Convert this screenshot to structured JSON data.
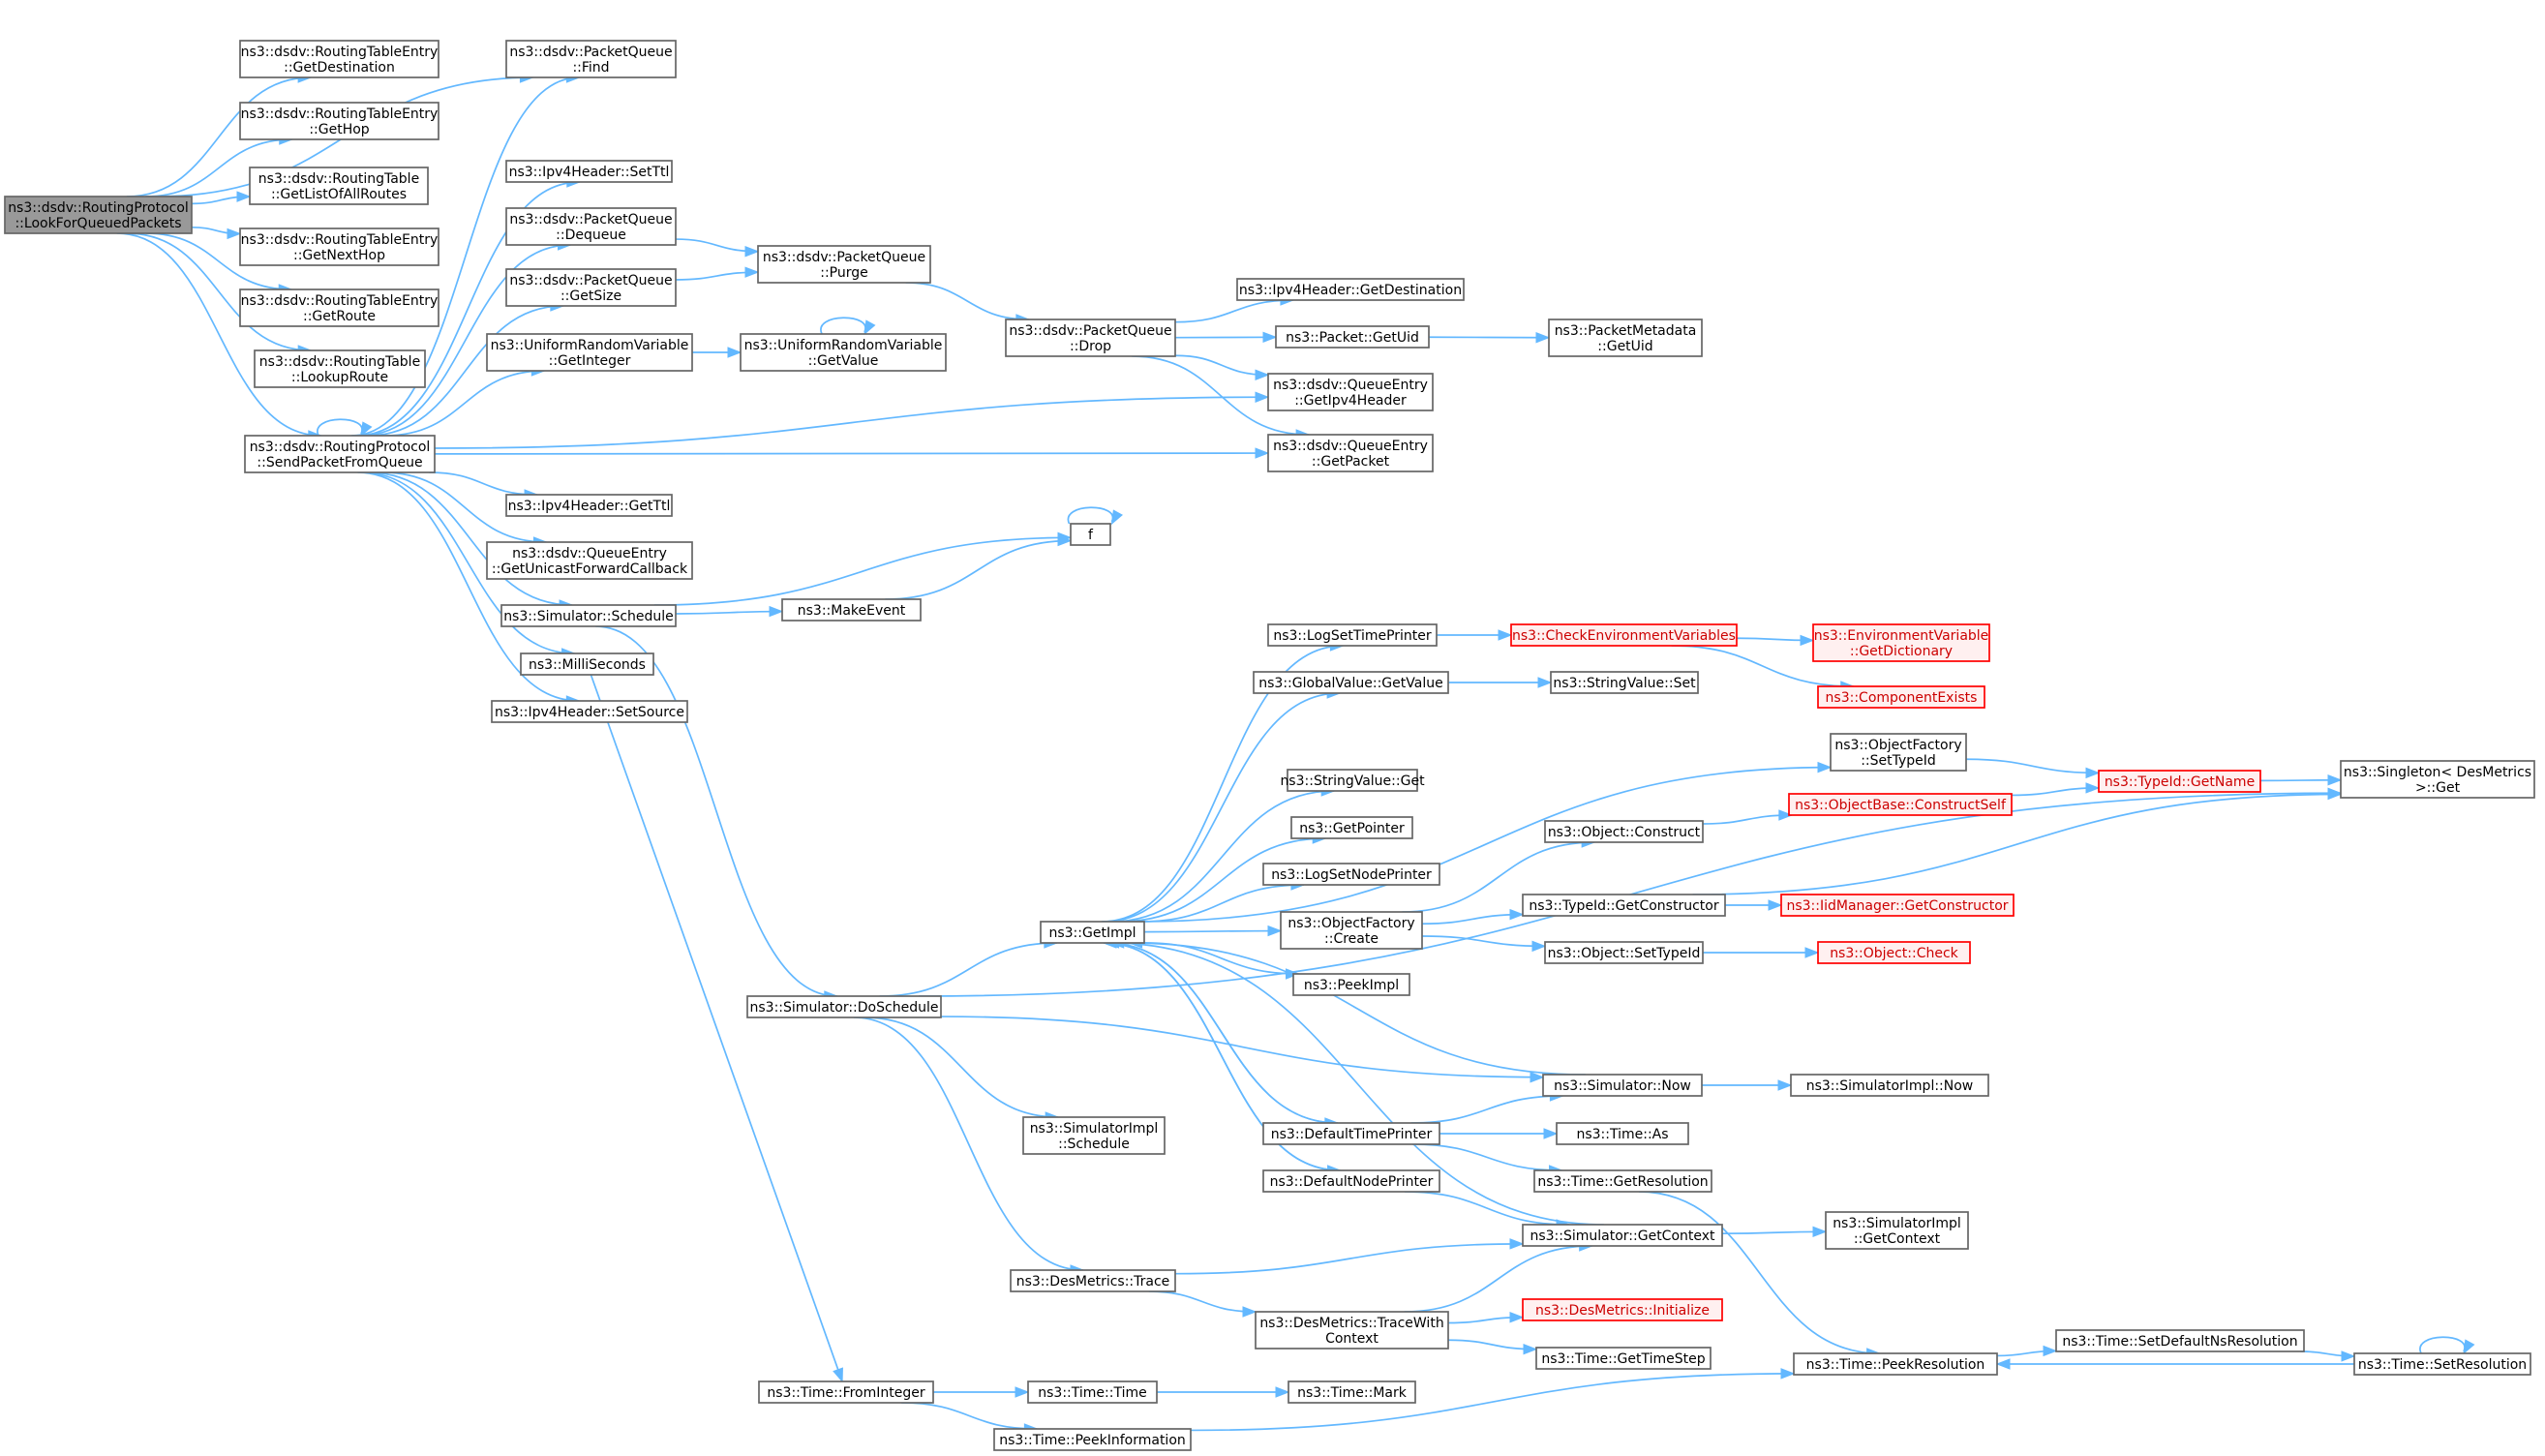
{
  "diagram": {
    "colors": {
      "edge": "#63b8ff",
      "node_border": "#666666",
      "root_fill": "#999999",
      "truncated_border": "#ff0000",
      "truncated_fill": "#fff0f0",
      "background": "#ffffff"
    },
    "nodes": [
      {
        "id": "root",
        "lines": [
          "ns3::dsdv::RoutingProtocol",
          "::LookForQueuedPackets"
        ],
        "style": "root"
      },
      {
        "id": "rte_getdest",
        "lines": [
          "ns3::dsdv::RoutingTableEntry",
          "::GetDestination"
        ]
      },
      {
        "id": "rte_gethop",
        "lines": [
          "ns3::dsdv::RoutingTableEntry",
          "::GetHop"
        ]
      },
      {
        "id": "rt_getlist",
        "lines": [
          "ns3::dsdv::RoutingTable",
          "::GetListOfAllRoutes"
        ]
      },
      {
        "id": "rte_getnexthop",
        "lines": [
          "ns3::dsdv::RoutingTableEntry",
          "::GetNextHop"
        ]
      },
      {
        "id": "rte_getroute",
        "lines": [
          "ns3::dsdv::RoutingTableEntry",
          "::GetRoute"
        ]
      },
      {
        "id": "rt_lookup",
        "lines": [
          "ns3::dsdv::RoutingTable",
          "::LookupRoute"
        ]
      },
      {
        "id": "sendq",
        "lines": [
          "ns3::dsdv::RoutingProtocol",
          "::SendPacketFromQueue"
        ]
      },
      {
        "id": "pq_find",
        "lines": [
          "ns3::dsdv::PacketQueue",
          "::Find"
        ]
      },
      {
        "id": "ipv4_setttl",
        "lines": [
          "ns3::Ipv4Header::SetTtl"
        ]
      },
      {
        "id": "pq_dequeue",
        "lines": [
          "ns3::dsdv::PacketQueue",
          "::Dequeue"
        ]
      },
      {
        "id": "pq_getsize",
        "lines": [
          "ns3::dsdv::PacketQueue",
          "::GetSize"
        ]
      },
      {
        "id": "urv_getint",
        "lines": [
          "ns3::UniformRandomVariable",
          "::GetInteger"
        ]
      },
      {
        "id": "ipv4_getttl",
        "lines": [
          "ns3::Ipv4Header::GetTtl"
        ]
      },
      {
        "id": "qe_getucast",
        "lines": [
          "ns3::dsdv::QueueEntry",
          "::GetUnicastForwardCallback"
        ]
      },
      {
        "id": "sim_schedule",
        "lines": [
          "ns3::Simulator::Schedule"
        ]
      },
      {
        "id": "millis",
        "lines": [
          "ns3::MilliSeconds"
        ]
      },
      {
        "id": "ipv4_setsrc",
        "lines": [
          "ns3::Ipv4Header::SetSource"
        ]
      },
      {
        "id": "pq_purge",
        "lines": [
          "ns3::dsdv::PacketQueue",
          "::Purge"
        ]
      },
      {
        "id": "urv_getval",
        "lines": [
          "ns3::UniformRandomVariable",
          "::GetValue"
        ]
      },
      {
        "id": "pq_drop",
        "lines": [
          "ns3::dsdv::PacketQueue",
          "::Drop"
        ]
      },
      {
        "id": "ipv4_getdest",
        "lines": [
          "ns3::Ipv4Header::GetDestination"
        ]
      },
      {
        "id": "pkt_getuid",
        "lines": [
          "ns3::Packet::GetUid"
        ]
      },
      {
        "id": "pm_getuid",
        "lines": [
          "ns3::PacketMetadata",
          "::GetUid"
        ]
      },
      {
        "id": "qe_getipv4",
        "lines": [
          "ns3::dsdv::QueueEntry",
          "::GetIpv4Header"
        ]
      },
      {
        "id": "qe_getpacket",
        "lines": [
          "ns3::dsdv::QueueEntry",
          "::GetPacket"
        ]
      },
      {
        "id": "f",
        "lines": [
          "f"
        ]
      },
      {
        "id": "makeevent",
        "lines": [
          "ns3::MakeEvent"
        ]
      },
      {
        "id": "sim_dosched",
        "lines": [
          "ns3::Simulator::DoSchedule"
        ]
      },
      {
        "id": "time_fromint",
        "lines": [
          "ns3::Time::FromInteger"
        ]
      },
      {
        "id": "getimpl",
        "lines": [
          "ns3::GetImpl"
        ]
      },
      {
        "id": "simimpl_sched",
        "lines": [
          "ns3::SimulatorImpl",
          "::Schedule"
        ]
      },
      {
        "id": "desm_trace",
        "lines": [
          "ns3::DesMetrics::Trace"
        ]
      },
      {
        "id": "time_time",
        "lines": [
          "ns3::Time::Time"
        ]
      },
      {
        "id": "time_peekinfo",
        "lines": [
          "ns3::Time::PeekInformation"
        ]
      },
      {
        "id": "logsettime",
        "lines": [
          "ns3::LogSetTimePrinter"
        ]
      },
      {
        "id": "gv_getvalue",
        "lines": [
          "ns3::GlobalValue::GetValue"
        ]
      },
      {
        "id": "sv_get",
        "lines": [
          "ns3::StringValue::Get"
        ]
      },
      {
        "id": "getpointer",
        "lines": [
          "ns3::GetPointer"
        ]
      },
      {
        "id": "logsetnode",
        "lines": [
          "ns3::LogSetNodePrinter"
        ]
      },
      {
        "id": "of_create",
        "lines": [
          "ns3::ObjectFactory",
          "::Create"
        ]
      },
      {
        "id": "peekimpl",
        "lines": [
          "ns3::PeekImpl"
        ]
      },
      {
        "id": "deftimeprinter",
        "lines": [
          "ns3::DefaultTimePrinter"
        ]
      },
      {
        "id": "defnodeprinter",
        "lines": [
          "ns3::DefaultNodePrinter"
        ]
      },
      {
        "id": "desm_tracewith",
        "lines": [
          "ns3::DesMetrics::TraceWith",
          "Context"
        ]
      },
      {
        "id": "time_mark",
        "lines": [
          "ns3::Time::Mark"
        ]
      },
      {
        "id": "checkenv",
        "lines": [
          "ns3::CheckEnvironmentVariables"
        ],
        "style": "trunc"
      },
      {
        "id": "sv_set",
        "lines": [
          "ns3::StringValue::Set"
        ]
      },
      {
        "id": "of_settypeid",
        "lines": [
          "ns3::ObjectFactory",
          "::SetTypeId"
        ]
      },
      {
        "id": "obj_construct",
        "lines": [
          "ns3::Object::Construct"
        ]
      },
      {
        "id": "typeid_getctor",
        "lines": [
          "ns3::TypeId::GetConstructor"
        ]
      },
      {
        "id": "obj_settypeid",
        "lines": [
          "ns3::Object::SetTypeId"
        ]
      },
      {
        "id": "sim_now",
        "lines": [
          "ns3::Simulator::Now"
        ]
      },
      {
        "id": "time_as",
        "lines": [
          "ns3::Time::As"
        ]
      },
      {
        "id": "time_getres",
        "lines": [
          "ns3::Time::GetResolution"
        ]
      },
      {
        "id": "sim_getctx",
        "lines": [
          "ns3::Simulator::GetContext"
        ]
      },
      {
        "id": "desm_init",
        "lines": [
          "ns3::DesMetrics::Initialize"
        ],
        "style": "trunc"
      },
      {
        "id": "time_gettimestep",
        "lines": [
          "ns3::Time::GetTimeStep"
        ]
      },
      {
        "id": "env_getdict",
        "lines": [
          "ns3::EnvironmentVariable",
          "::GetDictionary"
        ],
        "style": "trunc"
      },
      {
        "id": "compexists",
        "lines": [
          "ns3::ComponentExists"
        ],
        "style": "trunc"
      },
      {
        "id": "ob_constructself",
        "lines": [
          "ns3::ObjectBase::ConstructSelf"
        ],
        "style": "trunc"
      },
      {
        "id": "iid_getctor",
        "lines": [
          "ns3::IidManager::GetConstructor"
        ],
        "style": "trunc"
      },
      {
        "id": "obj_check",
        "lines": [
          "ns3::Object::Check"
        ],
        "style": "trunc"
      },
      {
        "id": "simimpl_now",
        "lines": [
          "ns3::SimulatorImpl::Now"
        ]
      },
      {
        "id": "simimpl_getctx",
        "lines": [
          "ns3::SimulatorImpl",
          "::GetContext"
        ]
      },
      {
        "id": "time_peekres",
        "lines": [
          "ns3::Time::PeekResolution"
        ]
      },
      {
        "id": "typeid_getname",
        "lines": [
          "ns3::TypeId::GetName"
        ],
        "style": "trunc"
      },
      {
        "id": "time_setdefns",
        "lines": [
          "ns3::Time::SetDefaultNsResolution"
        ]
      },
      {
        "id": "singleton_get",
        "lines": [
          "ns3::Singleton< DesMetrics",
          " >::Get"
        ]
      },
      {
        "id": "time_setres",
        "lines": [
          "ns3::Time::SetResolution"
        ]
      }
    ],
    "edges": [
      [
        "root",
        "pq_find"
      ],
      [
        "root",
        "rte_getdest"
      ],
      [
        "root",
        "rte_gethop"
      ],
      [
        "root",
        "rt_getlist"
      ],
      [
        "root",
        "rte_getnexthop"
      ],
      [
        "root",
        "rte_getroute"
      ],
      [
        "root",
        "rt_lookup"
      ],
      [
        "root",
        "sendq"
      ],
      [
        "sendq",
        "sendq"
      ],
      [
        "sendq",
        "pq_find"
      ],
      [
        "sendq",
        "ipv4_setttl"
      ],
      [
        "sendq",
        "pq_dequeue"
      ],
      [
        "sendq",
        "pq_getsize"
      ],
      [
        "sendq",
        "urv_getint"
      ],
      [
        "sendq",
        "qe_getipv4"
      ],
      [
        "sendq",
        "qe_getpacket"
      ],
      [
        "sendq",
        "ipv4_getttl"
      ],
      [
        "sendq",
        "qe_getucast"
      ],
      [
        "sendq",
        "sim_schedule"
      ],
      [
        "sendq",
        "millis"
      ],
      [
        "sendq",
        "ipv4_setsrc"
      ],
      [
        "pq_dequeue",
        "pq_purge"
      ],
      [
        "pq_getsize",
        "pq_purge"
      ],
      [
        "pq_purge",
        "pq_drop"
      ],
      [
        "urv_getint",
        "urv_getval"
      ],
      [
        "urv_getval",
        "urv_getval"
      ],
      [
        "pq_drop",
        "ipv4_getdest"
      ],
      [
        "pq_drop",
        "pkt_getuid"
      ],
      [
        "pq_drop",
        "qe_getipv4"
      ],
      [
        "pq_drop",
        "qe_getpacket"
      ],
      [
        "pkt_getuid",
        "pm_getuid"
      ],
      [
        "sim_schedule",
        "f"
      ],
      [
        "sim_schedule",
        "makeevent"
      ],
      [
        "sim_schedule",
        "sim_dosched"
      ],
      [
        "makeevent",
        "f"
      ],
      [
        "f",
        "f"
      ],
      [
        "millis",
        "time_fromint"
      ],
      [
        "sim_dosched",
        "singleton_get"
      ],
      [
        "sim_dosched",
        "getimpl"
      ],
      [
        "sim_dosched",
        "sim_now"
      ],
      [
        "sim_dosched",
        "simimpl_sched"
      ],
      [
        "sim_dosched",
        "desm_trace"
      ],
      [
        "getimpl",
        "logsettime"
      ],
      [
        "getimpl",
        "gv_getvalue"
      ],
      [
        "getimpl",
        "of_settypeid"
      ],
      [
        "getimpl",
        "sv_get"
      ],
      [
        "getimpl",
        "getpointer"
      ],
      [
        "getimpl",
        "logsetnode"
      ],
      [
        "getimpl",
        "of_create"
      ],
      [
        "getimpl",
        "peekimpl"
      ],
      [
        "getimpl",
        "deftimeprinter"
      ],
      [
        "getimpl",
        "defnodeprinter"
      ],
      [
        "logsettime",
        "checkenv"
      ],
      [
        "checkenv",
        "env_getdict"
      ],
      [
        "checkenv",
        "compexists"
      ],
      [
        "gv_getvalue",
        "sv_set"
      ],
      [
        "of_settypeid",
        "typeid_getname"
      ],
      [
        "typeid_getname",
        "singleton_get"
      ],
      [
        "of_create",
        "obj_construct"
      ],
      [
        "of_create",
        "typeid_getctor"
      ],
      [
        "of_create",
        "obj_settypeid"
      ],
      [
        "obj_construct",
        "ob_constructself"
      ],
      [
        "ob_constructself",
        "typeid_getname"
      ],
      [
        "typeid_getctor",
        "singleton_get"
      ],
      [
        "typeid_getctor",
        "iid_getctor"
      ],
      [
        "obj_settypeid",
        "obj_check"
      ],
      [
        "sim_now",
        "getimpl"
      ],
      [
        "sim_now",
        "simimpl_now"
      ],
      [
        "deftimeprinter",
        "sim_now"
      ],
      [
        "deftimeprinter",
        "time_as"
      ],
      [
        "deftimeprinter",
        "time_getres"
      ],
      [
        "deftimeprinter",
        "getimpl"
      ],
      [
        "defnodeprinter",
        "sim_getctx"
      ],
      [
        "defnodeprinter",
        "getimpl"
      ],
      [
        "sim_getctx",
        "getimpl"
      ],
      [
        "sim_getctx",
        "simimpl_getctx"
      ],
      [
        "time_getres",
        "time_peekres"
      ],
      [
        "desm_trace",
        "sim_getctx"
      ],
      [
        "desm_trace",
        "desm_tracewith"
      ],
      [
        "desm_tracewith",
        "sim_getctx"
      ],
      [
        "desm_tracewith",
        "desm_init"
      ],
      [
        "desm_tracewith",
        "time_gettimestep"
      ],
      [
        "time_fromint",
        "time_time"
      ],
      [
        "time_fromint",
        "time_peekinfo"
      ],
      [
        "time_time",
        "time_mark"
      ],
      [
        "time_peekinfo",
        "time_peekres"
      ],
      [
        "time_peekres",
        "time_setdefns"
      ],
      [
        "time_setdefns",
        "time_setres"
      ],
      [
        "time_setres",
        "time_peekres"
      ],
      [
        "time_setres",
        "time_setres"
      ]
    ]
  }
}
